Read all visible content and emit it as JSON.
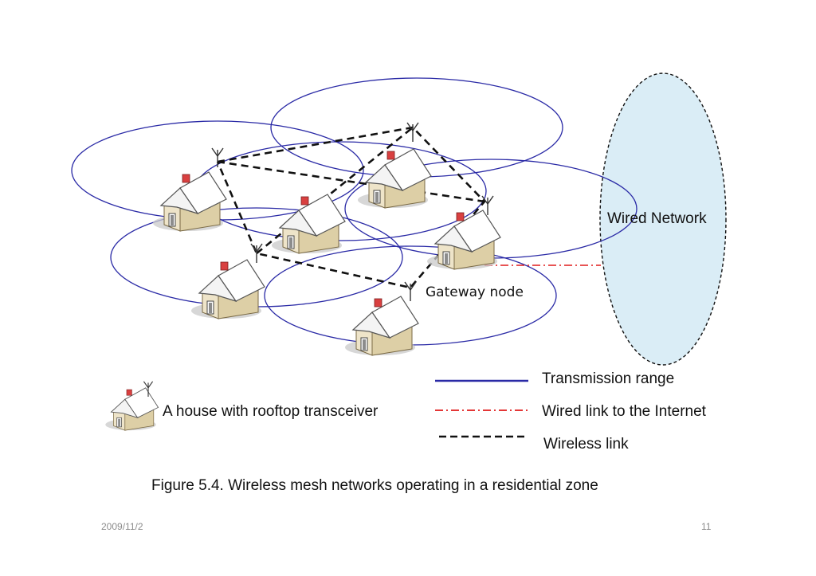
{
  "diagram": {
    "wired_network_label": "Wired Network",
    "gateway_label": "Gateway node"
  },
  "legend": {
    "house": "A house with rooftop transceiver",
    "transmission_range": "Transmission range",
    "wired_link": "Wired link to the Internet",
    "wireless_link": "Wireless link"
  },
  "caption": "Figure 5.4. Wireless mesh networks operating in a residential zone",
  "footer": {
    "date": "2009/11/2",
    "page": "11"
  },
  "colors": {
    "range_circle": "#2a2aa6",
    "wired_link": "#e01b1b",
    "wireless_link": "#111111",
    "wired_network_fill": "#daedf6",
    "house_wall": "#ddcfa6",
    "house_roof": "#ffffff",
    "chimney": "#d94040"
  }
}
